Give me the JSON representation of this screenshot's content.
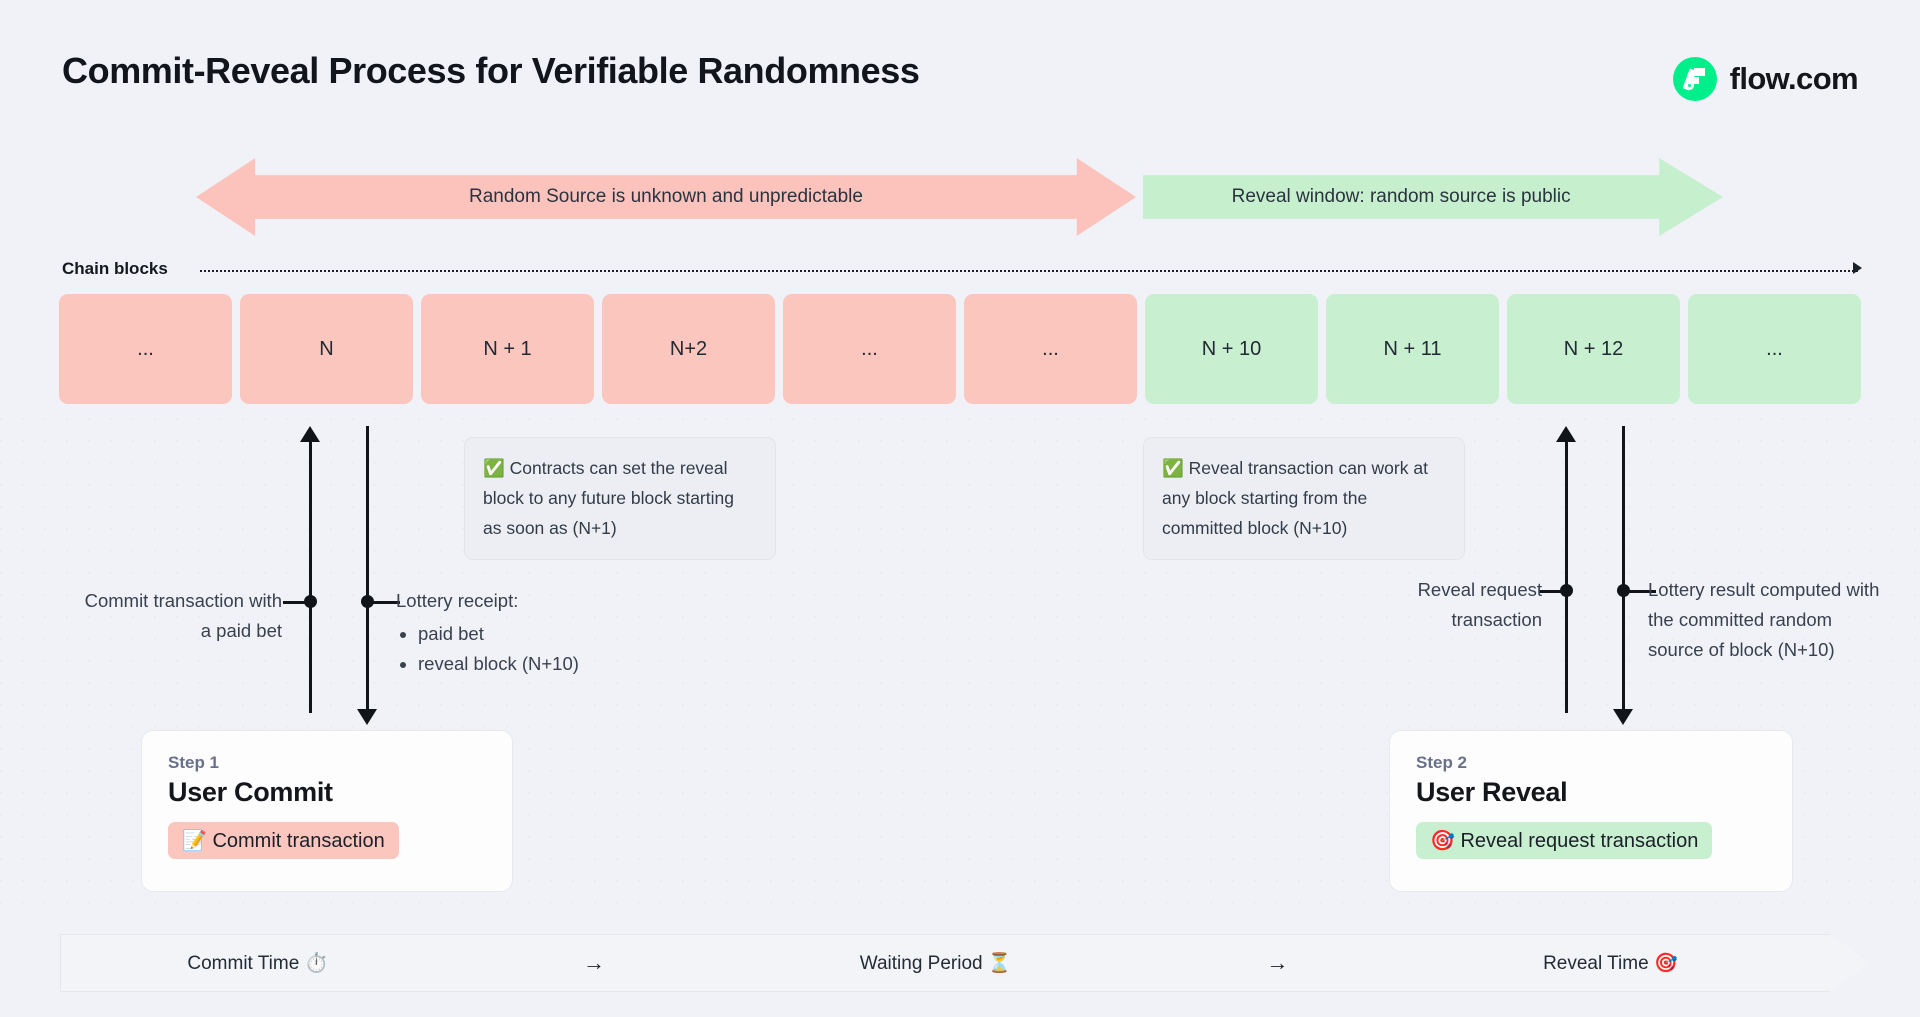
{
  "header": {
    "title": "Commit-Reveal Process for Verifiable Randomness",
    "logo_text": "flow.com",
    "logo_color": "#00ef8b"
  },
  "phases": [
    {
      "label": "Random Source is unknown and unpredictable",
      "color": "#fbc3bb",
      "direction": "both"
    },
    {
      "label": "Reveal window: random source is public",
      "color": "#c6efcd",
      "direction": "right"
    }
  ],
  "chain": {
    "label": "Chain blocks",
    "blocks": [
      {
        "label": "...",
        "state": "pink"
      },
      {
        "label": "N",
        "state": "pink"
      },
      {
        "label": "N + 1",
        "state": "pink"
      },
      {
        "label": "N+2",
        "state": "pink"
      },
      {
        "label": "...",
        "state": "pink"
      },
      {
        "label": "...",
        "state": "pink"
      },
      {
        "label": "N + 10",
        "state": "green"
      },
      {
        "label": "N + 11",
        "state": "green"
      },
      {
        "label": "N + 12",
        "state": "green"
      },
      {
        "label": "...",
        "state": "green"
      }
    ],
    "pink_color": "#fbc6be",
    "green_color": "#c8efd0"
  },
  "notes": [
    {
      "icon": "check-mark-button",
      "text": "✅ Contracts can set the reveal block to any future block starting as soon as (N+1)"
    },
    {
      "icon": "check-mark-button",
      "text": "✅ Reveal transaction can work at any block starting from the committed block (N+10)"
    }
  ],
  "annotations": {
    "commit_tx": "Commit transaction with a paid bet",
    "lottery_receipt_title": "Lottery receipt:",
    "lottery_receipt_items": [
      "paid bet",
      "reveal block (N+10)"
    ],
    "reveal_request": "Reveal request transaction",
    "lottery_result": "Lottery result computed with the committed random source of block (N+10)"
  },
  "steps": [
    {
      "kicker": "Step 1",
      "title": "User Commit",
      "pill": "📝 Commit transaction",
      "pill_color": "#fbc6be"
    },
    {
      "kicker": "Step 2",
      "title": "User Reveal",
      "pill": "🎯 Reveal request transaction",
      "pill_color": "#c8efd0"
    }
  ],
  "footer": {
    "segments": [
      {
        "label": "Commit Time ⏱️"
      },
      {
        "label": "→"
      },
      {
        "label": "Waiting Period ⏳"
      },
      {
        "label": "→"
      },
      {
        "label": "Reveal Time 🎯"
      }
    ]
  }
}
